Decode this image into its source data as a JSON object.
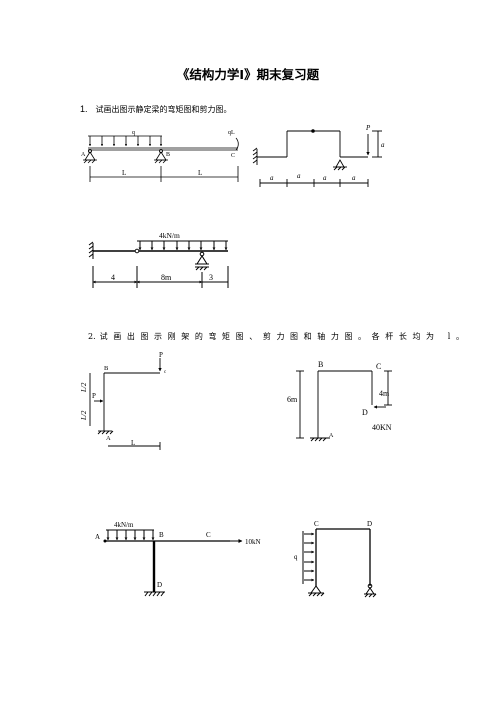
{
  "document": {
    "title": "《结构力学Ⅰ》期末复习题",
    "q1": {
      "number": "1.",
      "text": "试画出图示静定梁的弯矩图和剪力图。"
    },
    "q2": {
      "number": "2.",
      "text": "试画出图示刚架的弯矩图、剪力图和轴力图。各杆长均为 l。"
    }
  },
  "figures": {
    "fig1": {
      "load": "q",
      "moment": "qL",
      "A": "A",
      "B": "B",
      "C": "C",
      "span1": "L",
      "span2": "L"
    },
    "fig2": {
      "P": "P",
      "a_vert": "a",
      "a1": "a",
      "a2": "a",
      "a3": "a",
      "a4": "a"
    },
    "fig3": {
      "load": "4kN/m",
      "d1": "4",
      "d2": "8m",
      "d3": "3"
    },
    "fig4": {
      "P_top": "P",
      "P_side": "P",
      "B": "B",
      "C": "c",
      "A": "A",
      "L": "L",
      "half1": "L/2",
      "half2": "L/2"
    },
    "fig5": {
      "B": "B",
      "C": "C",
      "D": "D",
      "A": "A",
      "h1": "6m",
      "h2": "4m",
      "force": "40KN"
    },
    "fig6": {
      "load": "4kN/m",
      "A": "A",
      "B": "B",
      "C": "C",
      "D": "D",
      "force": "10kN"
    },
    "fig7": {
      "C": "C",
      "D": "D",
      "q": "q"
    }
  }
}
